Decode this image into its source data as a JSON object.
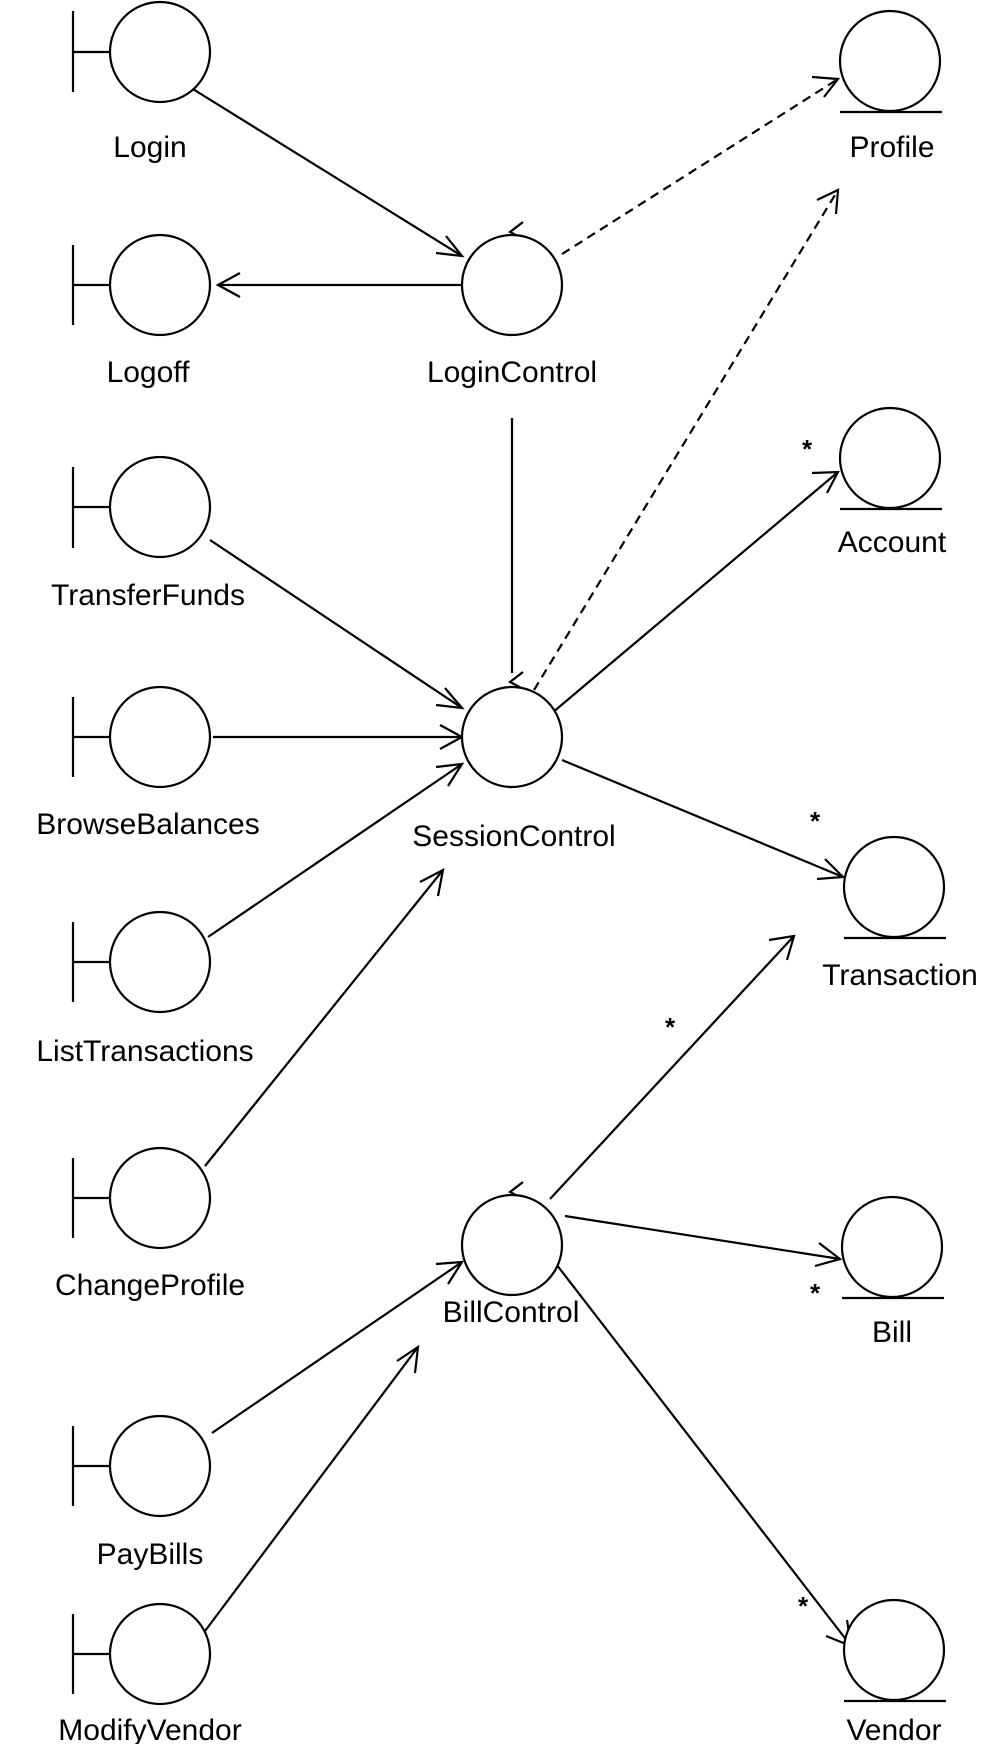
{
  "boundaries": {
    "login": "Login",
    "logoff": "Logoff",
    "transfer_funds": "TransferFunds",
    "browse_balances": "BrowseBalances",
    "list_transactions": "ListTransactions",
    "change_profile": "ChangeProfile",
    "pay_bills": "PayBills",
    "modify_vendor": "ModifyVendor"
  },
  "controls": {
    "login_control": "LoginControl",
    "session_control": "SessionControl",
    "bill_control": "BillControl"
  },
  "entities": {
    "profile": "Profile",
    "account": "Account",
    "transaction": "Transaction",
    "bill": "Bill",
    "vendor": "Vendor"
  },
  "multiplicity": "*",
  "colors": {
    "stroke": "#000000",
    "fill": "#ffffff"
  }
}
